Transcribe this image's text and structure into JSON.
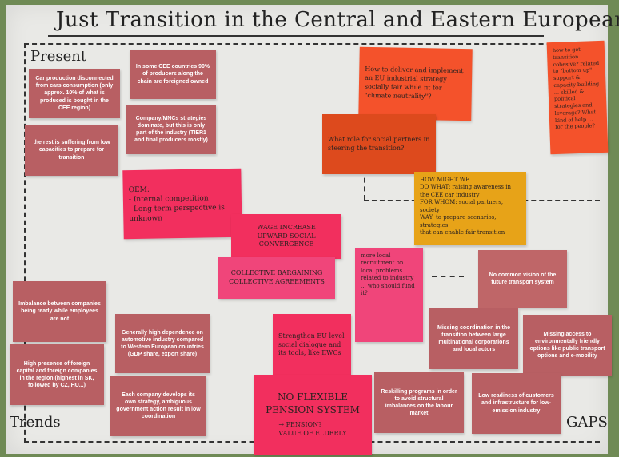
{
  "board": {
    "title": "Just Transition in the Central and Eastern European Car Industry",
    "labels": {
      "present": "Present",
      "trends": "Trends",
      "gaps": "GAPS"
    }
  },
  "notes": {
    "car_production": "Car production disconnected from cars consumption (only approx. 10% of what is produced is bought in the CEE region)",
    "rest_suffering": "the rest is suffering from low capacities to prepare for transition",
    "cee_foreign_owned": "In some CEE countries 90% of producers along the chain are foreigned owned",
    "mnc_strategies": "Company/MNCs strategies dominate, but this is only part of the industry (TIER1 and final producers mostly)",
    "oem": "OEM:\n- Internal competition\n- Long term perspective is unknown",
    "wage_increase": "WAGE INCREASE\nUPWARD SOCIAL CONVERGENCE",
    "collective_bargaining": "COLLECTIVE BARGAINING\nCOLLECTIVE AGREEMENTS",
    "eu_strategy": "How to deliver and implement an EU industrial strategy socially fair while fit for \"climate neutrality\"?",
    "social_partners_role": "What role for social partners in steering the transition?",
    "right_orange": "how to get transition cohesive? related to \"bottom up\" support & capacity building ... skilled & political strategies and leverage? What kind of help ... for the people?",
    "how_might_we": "HOW MIGHT WE...\nDO WHAT: raising awareness in the CEE car industry\nFOR WHOM: social partners, society\nWAY: to prepare scenarios, strategies\nthat can enable fair transition",
    "local_recruitment": "more local recruitment on local problems related to industry ... who should fund it?",
    "no_common_vision": "No common vision of the future transport system",
    "imbalance": "Imbalance between companies being ready while employees are not",
    "foreign_capital": "High presence of foreign capital and foreign companies in the region (highest in SK, followed by CZ, HU...)",
    "high_dependence": "Generally high dependence on automotive industry compared to Western European countries (GDP share, export share)",
    "own_strategy": "Each company develops its own strategy, ambiguous government action result in low coordination",
    "strengthen_social": "Strengthen EU level social dialogue and its tools, like EWCs",
    "no_pension": "NO FLEXIBLE PENSION SYSTEM",
    "pension_note": "→ PENSION?\nVALUE OF ELDERLY",
    "missing_coordination": "Missing coordination in the transition between large multinational corporations and local actors",
    "missing_access": "Missing access to environmentally friendly options like public transport options and e-mobility",
    "reskilling": "Reskilling programs in order to avoid structural imbalances on the labour market",
    "low_readiness": "Low readiness of customers and infrastructure for low-emission industry"
  },
  "colors": {
    "board": "#e9e9e6",
    "mauve_note": "#b85f63",
    "pink_note": "#f22f5e",
    "orange_note": "#f4522b",
    "yellow_note": "#e7a318",
    "background": "#6f8a55"
  }
}
